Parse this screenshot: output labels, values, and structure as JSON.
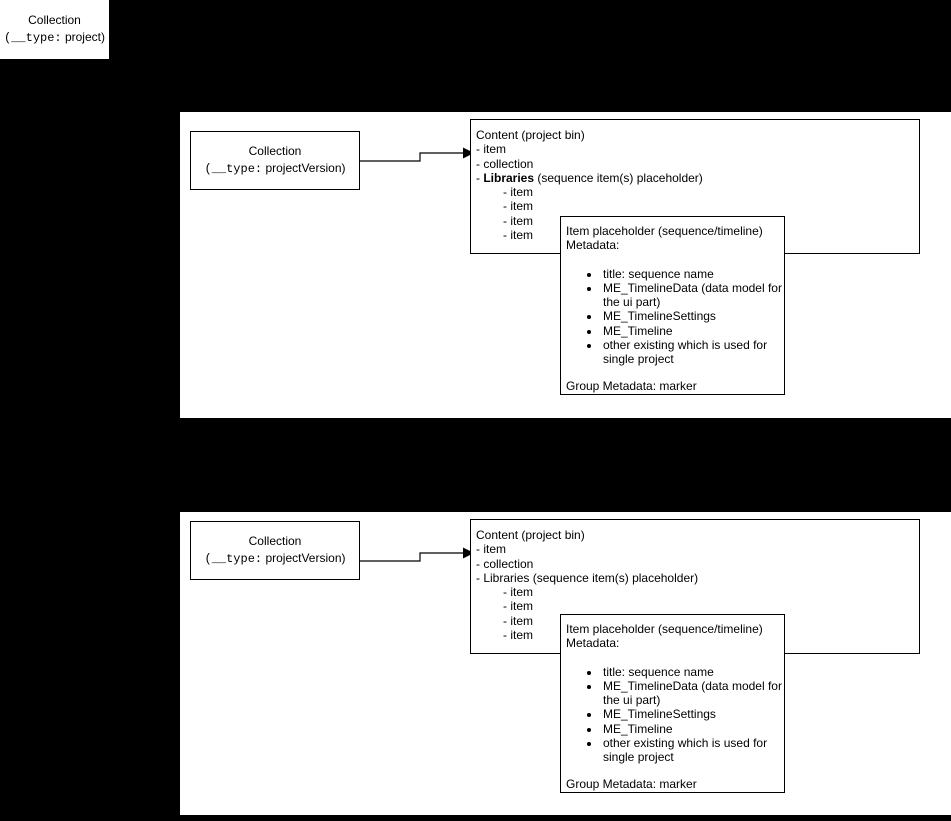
{
  "diagram": {
    "title_box": {
      "line1": "Collection",
      "line2_mono": "(__type:",
      "line2_value": " project)"
    },
    "sections": [
      {
        "id": "section-1",
        "collection_box": {
          "line1": "Collection",
          "line2_mono": "(__type:",
          "line2_value": " projectVersion)"
        },
        "content_box": {
          "header": "Content (project bin)",
          "rows": [
            {
              "text": "- item",
              "indent": false,
              "bold_part": ""
            },
            {
              "text": "- collection",
              "indent": false,
              "bold_part": ""
            },
            {
              "prefix": "- ",
              "bold_part": "Libraries",
              "suffix": " (sequence item(s) placeholder)",
              "indent": false
            },
            {
              "text": "- item",
              "indent": true,
              "bold_part": ""
            },
            {
              "text": "- item",
              "indent": true,
              "bold_part": ""
            },
            {
              "text": "- item",
              "indent": true,
              "bold_part": ""
            },
            {
              "text": "- item",
              "indent": true,
              "bold_part": ""
            }
          ]
        },
        "item_box": {
          "header_line1": "Item placeholder (sequence/timeline)",
          "header_line2": "Metadata:",
          "bullets": [
            "title: sequence name",
            "ME_TimelineData (data model for the ui part)",
            "ME_TimelineSettings",
            "ME_Timeline",
            "other existing which is used for single project"
          ],
          "footer": "Group Metadata: marker"
        }
      },
      {
        "id": "section-2",
        "collection_box": {
          "line1": "Collection",
          "line2_mono": "(__type:",
          "line2_value": " projectVersion)"
        },
        "content_box": {
          "header": "Content (project bin)",
          "rows": [
            {
              "text": "- item",
              "indent": false,
              "bold_part": ""
            },
            {
              "text": "- collection",
              "indent": false,
              "bold_part": ""
            },
            {
              "prefix": "- ",
              "bold_part": "",
              "suffix": "Libraries (sequence item(s) placeholder)",
              "indent": false
            },
            {
              "text": "- item",
              "indent": true,
              "bold_part": ""
            },
            {
              "text": "- item",
              "indent": true,
              "bold_part": ""
            },
            {
              "text": "- item",
              "indent": true,
              "bold_part": ""
            },
            {
              "text": "- item",
              "indent": true,
              "bold_part": ""
            }
          ]
        },
        "item_box": {
          "header_line1": "Item placeholder (sequence/timeline)",
          "header_line2": "Metadata:",
          "bullets": [
            "title: sequence name",
            "ME_TimelineData (data model for the ui part)",
            "ME_TimelineSettings",
            "ME_Timeline",
            "other existing which is used for single project"
          ],
          "footer": "Group Metadata: marker"
        }
      }
    ],
    "colors": {
      "background": "#000000",
      "panel": "#ffffff",
      "stroke": "#000000",
      "text": "#000000"
    }
  }
}
